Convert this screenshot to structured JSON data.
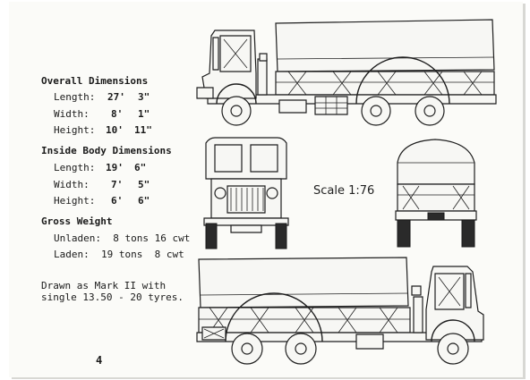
{
  "overall": {
    "heading": "Overall Dimensions",
    "rows": [
      {
        "label": "Length:",
        "feet": "27'",
        "inches": "3\""
      },
      {
        "label": "Width:",
        "feet": "8'",
        "inches": "1\""
      },
      {
        "label": "Height:",
        "feet": "10'",
        "inches": "11\""
      }
    ]
  },
  "inside": {
    "heading": "Inside Body Dimensions",
    "rows": [
      {
        "label": "Length:",
        "feet": "19'",
        "inches": "6\""
      },
      {
        "label": "Width:",
        "feet": "7'",
        "inches": "5\""
      },
      {
        "label": "Height:",
        "feet": "6'",
        "inches": "6\""
      }
    ]
  },
  "gross": {
    "heading": "Gross Weight",
    "unladen": "Unladen:  8 tons 16 cwt",
    "laden": "Laden:  19 tons  8 cwt"
  },
  "note": {
    "line1": "Drawn as Mark II with",
    "line2": "single 13.50 - 20 tyres."
  },
  "scale": "Scale 1:76",
  "page_number": "4"
}
